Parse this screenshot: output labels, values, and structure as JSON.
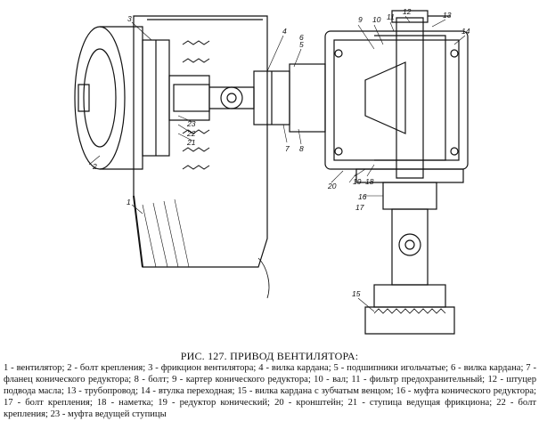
{
  "figure": {
    "callouts": [
      "1",
      "2",
      "3",
      "4",
      "5",
      "6",
      "7",
      "8",
      "9",
      "10",
      "11",
      "12",
      "13",
      "14",
      "15",
      "16",
      "17",
      "18",
      "19",
      "20",
      "21",
      "22",
      "23"
    ]
  },
  "caption": {
    "title": "РИС. 127. ПРИВОД ВЕНТИЛЯТОРА:",
    "legend": "1 - вентилятор; 2 - болт крепления; 3 - фрикцион вентилятора; 4 - вилка кардана; 5 - подшипники игольчатые; 6 - вилка кардана; 7 - фланец конического редуктора; 8 - болт; 9 - картер конического редуктора; 10 - вал; 11 - фильтр предохранительный; 12 - штуцер подвода масла; 13 - трубопровод; 14 - втулка переходная; 15 - вилка кардана с зубчатым венцом; 16 - муфта конического редуктора; 17 - болт крепления; 18 - наметка; 19 - редуктор конический; 20 - кронштейн; 21 - ступица ведущая фрикциона; 22 - болт крепления; 23 - муфта ведущей ступицы"
  }
}
